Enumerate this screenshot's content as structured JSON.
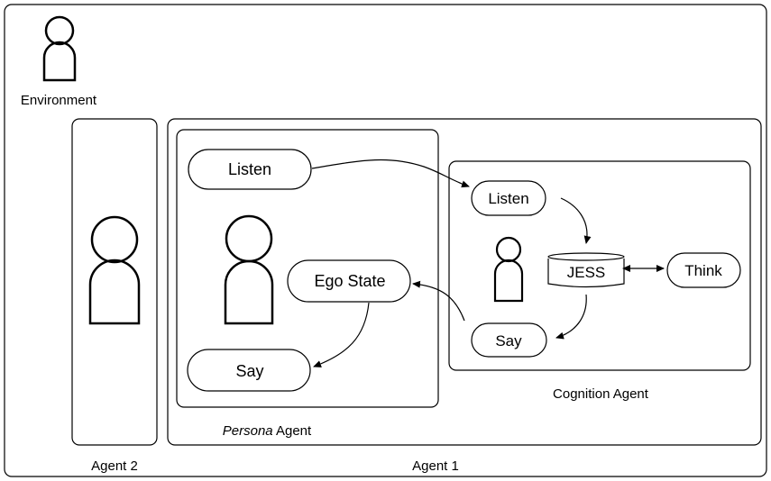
{
  "environment": {
    "label": "Environment"
  },
  "agent2": {
    "label": "Agent 2"
  },
  "agent1": {
    "label": "Agent 1"
  },
  "persona": {
    "label_italic": "Persona",
    "label_rest": " Agent",
    "listen": "Listen",
    "ego_state": "Ego State",
    "say": "Say"
  },
  "cognition": {
    "label": "Cognition Agent",
    "listen": "Listen",
    "jess": "JESS",
    "think": "Think",
    "say": "Say"
  }
}
